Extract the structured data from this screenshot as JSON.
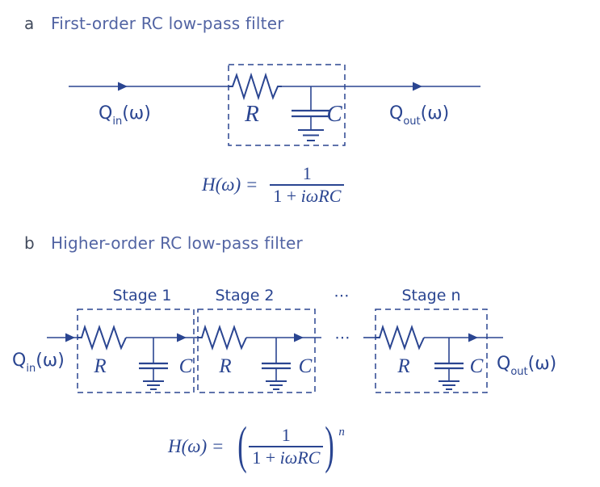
{
  "colors": {
    "circuit_navy": "#2a4591",
    "heading_blue": "#5264a3",
    "panel_letter": "#414a5c"
  },
  "panel_a": {
    "letter": "a",
    "title": "First-order RC low-pass filter",
    "q_in": {
      "base": "Q",
      "sub": "in",
      "rest": "(ω)"
    },
    "q_out": {
      "base": "Q",
      "sub": "out",
      "rest": "(ω)"
    },
    "resistor_label": "R",
    "capacitor_label": "C",
    "formula": {
      "lhs": "H(ω) = ",
      "num": "1",
      "den_pre": "1 + ",
      "den_var": "iωRC"
    }
  },
  "panel_b": {
    "letter": "b",
    "title": "Higher-order RC low-pass filter",
    "stages": [
      "Stage 1",
      "Stage 2",
      "Stage n"
    ],
    "dots": "⋯",
    "q_in": {
      "base": "Q",
      "sub": "in",
      "rest": "(ω)"
    },
    "q_out": {
      "base": "Q",
      "sub": "out",
      "rest": "(ω)"
    },
    "resistor_label": "R",
    "capacitor_label": "C",
    "formula": {
      "lhs": "H(ω) = ",
      "num": "1",
      "den_pre": "1 + ",
      "den_var": "iωRC",
      "exp": "n"
    }
  }
}
